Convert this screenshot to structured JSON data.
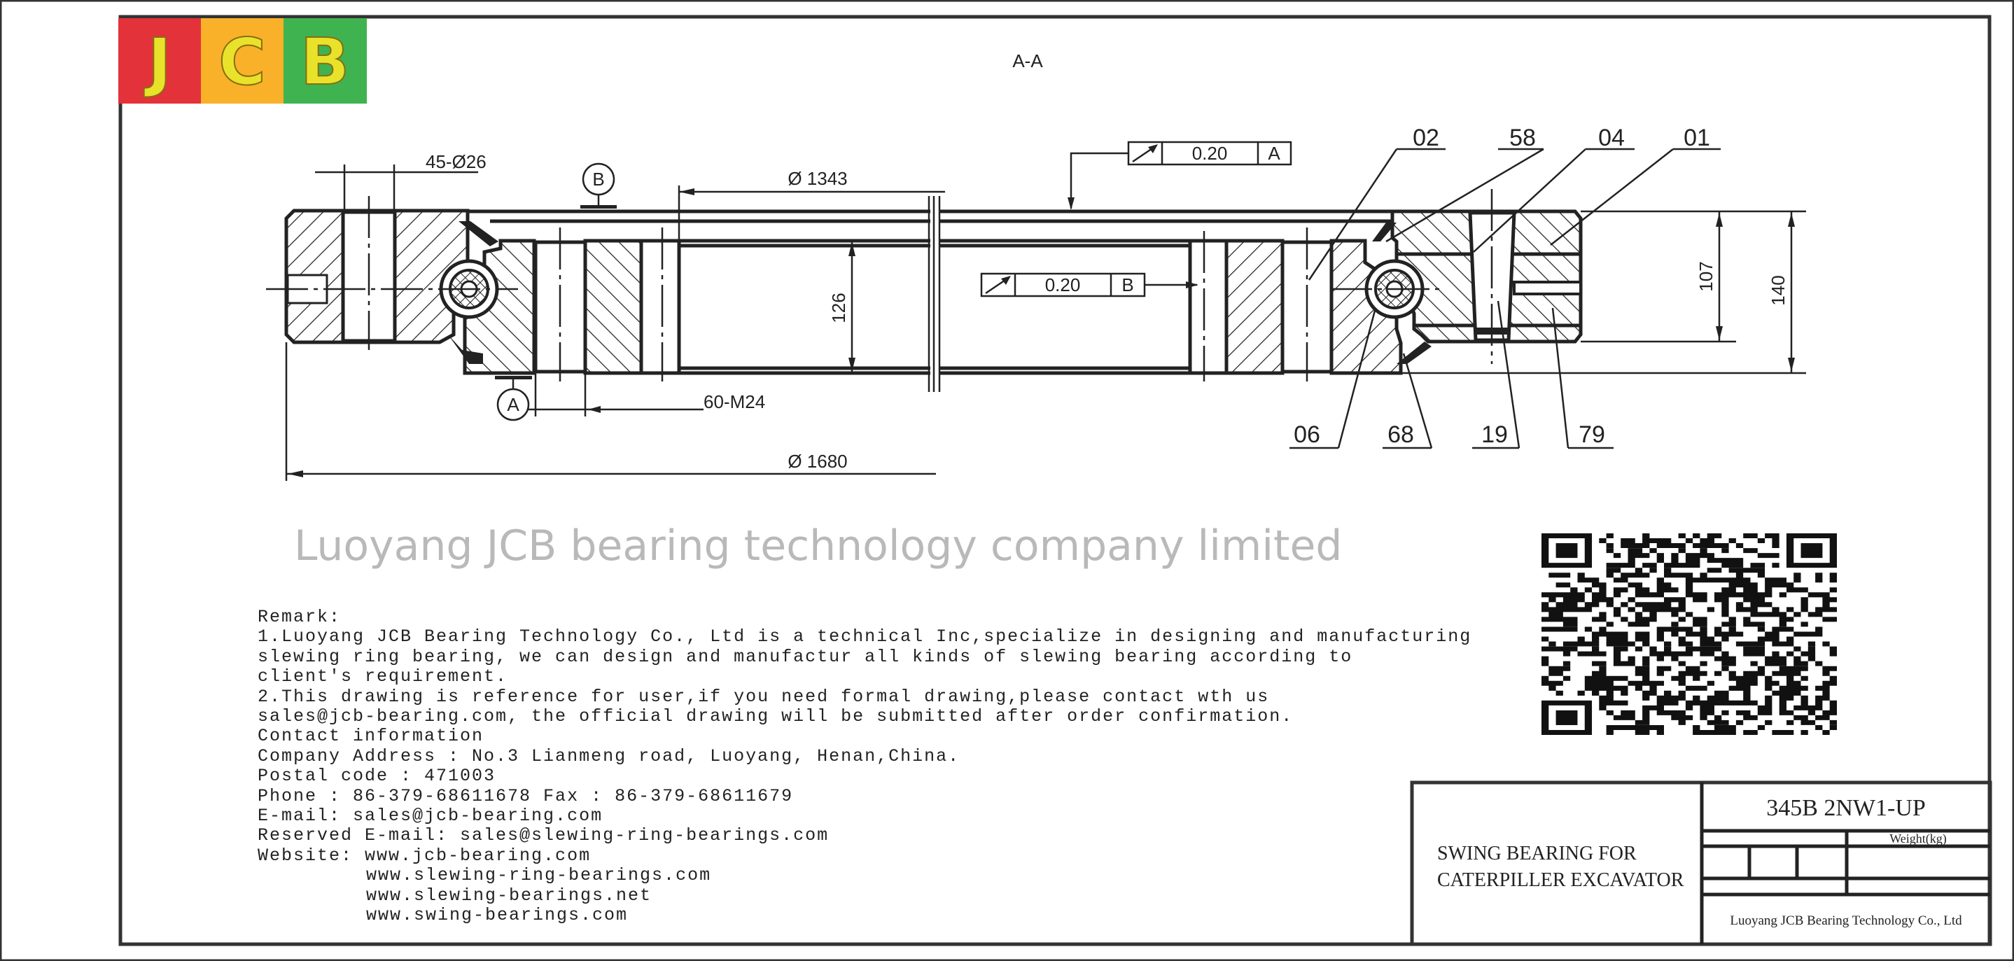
{
  "logo": {
    "letters": [
      "J",
      "C",
      "B"
    ],
    "colors": [
      "#e3323a",
      "#f9b12a",
      "#3fb34f"
    ],
    "letter_color": "#e8e32a"
  },
  "section_title": "A-A",
  "dimensions": {
    "holes_outer": "45-Ø26",
    "diameter_1343": "Ø 1343",
    "height_126": "126",
    "holes_inner": "60-M24",
    "diameter_1680": "Ø 1680",
    "height_107": "107",
    "height_140": "140"
  },
  "datums": {
    "a": "A",
    "b": "B"
  },
  "tolerances": [
    {
      "value": "0.20",
      "datum": "A"
    },
    {
      "value": "0.20",
      "datum": "B"
    }
  ],
  "part_labels": {
    "top": [
      "02",
      "58",
      "04",
      "01"
    ],
    "bottom": [
      "06",
      "68",
      "19",
      "79"
    ]
  },
  "watermark": "Luoyang JCB bearing technology company limited",
  "remarks": {
    "lines": [
      "Remark:",
      "1.Luoyang JCB Bearing Technology Co., Ltd is a technical Inc,specialize in designing and manufacturing",
      "slewing ring bearing, we can design and manufactur all kinds of slewing bearing according to",
      "client's requirement.",
      "2.This drawing is reference for user,if you need formal drawing,please contact wth us",
      "sales@jcb-bearing.com, the official drawing will be submitted after order confirmation.",
      "Contact information",
      "Company Address : No.3 Lianmeng road, Luoyang, Henan,China.",
      "Postal code : 471003",
      "Phone : 86-379-68611678 Fax : 86-379-68611679",
      "E-mail: sales@jcb-bearing.com",
      "Reserved E-mail: sales@slewing-ring-bearings.com",
      "Website: www.jcb-bearing.com"
    ],
    "websites_extra": [
      "www.slewing-ring-bearings.com",
      "www.slewing-bearings.net",
      "www.swing-bearings.com"
    ]
  },
  "title_block": {
    "description_line1": "SWING BEARING FOR",
    "description_line2": "CATERPILLER EXCAVATOR",
    "model": "345B 2NW1-UP",
    "weight_label": "Weight(kg)",
    "company": "Luoyang JCB Bearing Technology Co., Ltd"
  }
}
